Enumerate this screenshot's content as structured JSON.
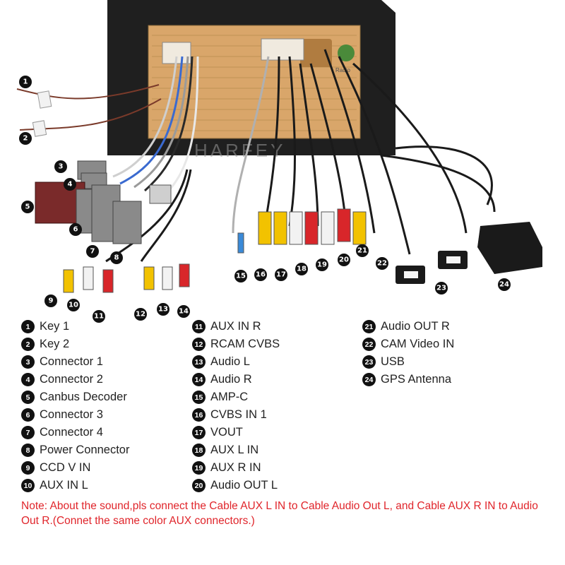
{
  "watermark": "HARFEY",
  "callouts": [
    "1",
    "2",
    "3",
    "4",
    "5",
    "6",
    "7",
    "8",
    "9",
    "10",
    "11",
    "12",
    "13",
    "14",
    "15",
    "16",
    "17",
    "18",
    "19",
    "20",
    "21",
    "22",
    "23",
    "24"
  ],
  "legend": [
    {
      "num": "1",
      "label": "Key 1"
    },
    {
      "num": "2",
      "label": "Key 2"
    },
    {
      "num": "3",
      "label": "Connector 1"
    },
    {
      "num": "4",
      "label": "Connector 2"
    },
    {
      "num": "5",
      "label": "Canbus Decoder"
    },
    {
      "num": "6",
      "label": "Connector 3"
    },
    {
      "num": "7",
      "label": "Connector 4"
    },
    {
      "num": "8",
      "label": "Power Connector"
    },
    {
      "num": "9",
      "label": "CCD V IN"
    },
    {
      "num": "10",
      "label": "AUX IN L"
    },
    {
      "num": "11",
      "label": "AUX IN R"
    },
    {
      "num": "12",
      "label": "RCAM CVBS"
    },
    {
      "num": "13",
      "label": "Audio L"
    },
    {
      "num": "14",
      "label": "Audio R"
    },
    {
      "num": "15",
      "label": "AMP-C"
    },
    {
      "num": "16",
      "label": "CVBS IN 1"
    },
    {
      "num": "17",
      "label": "VOUT"
    },
    {
      "num": "18",
      "label": "AUX L IN"
    },
    {
      "num": "19",
      "label": "AUX R IN"
    },
    {
      "num": "20",
      "label": "Audio OUT L"
    },
    {
      "num": "21",
      "label": "Audio OUT R"
    },
    {
      "num": "22",
      "label": "CAM Video IN"
    },
    {
      "num": "23",
      "label": "USB"
    },
    {
      "num": "24",
      "label": "GPS Antenna"
    }
  ],
  "note": "Note: About the sound,pls connect the Cable AUX L IN to Cable Audio Out L, and Cable AUX R IN to  Audio Out R.(Connet the same color AUX connectors.)",
  "colors": {
    "unit": "#222222",
    "board": "#d9a66a",
    "rca_yellow": "#f2c200",
    "rca_red": "#d8262a",
    "rca_white": "#f2f2f2",
    "note": "#e0252b"
  }
}
